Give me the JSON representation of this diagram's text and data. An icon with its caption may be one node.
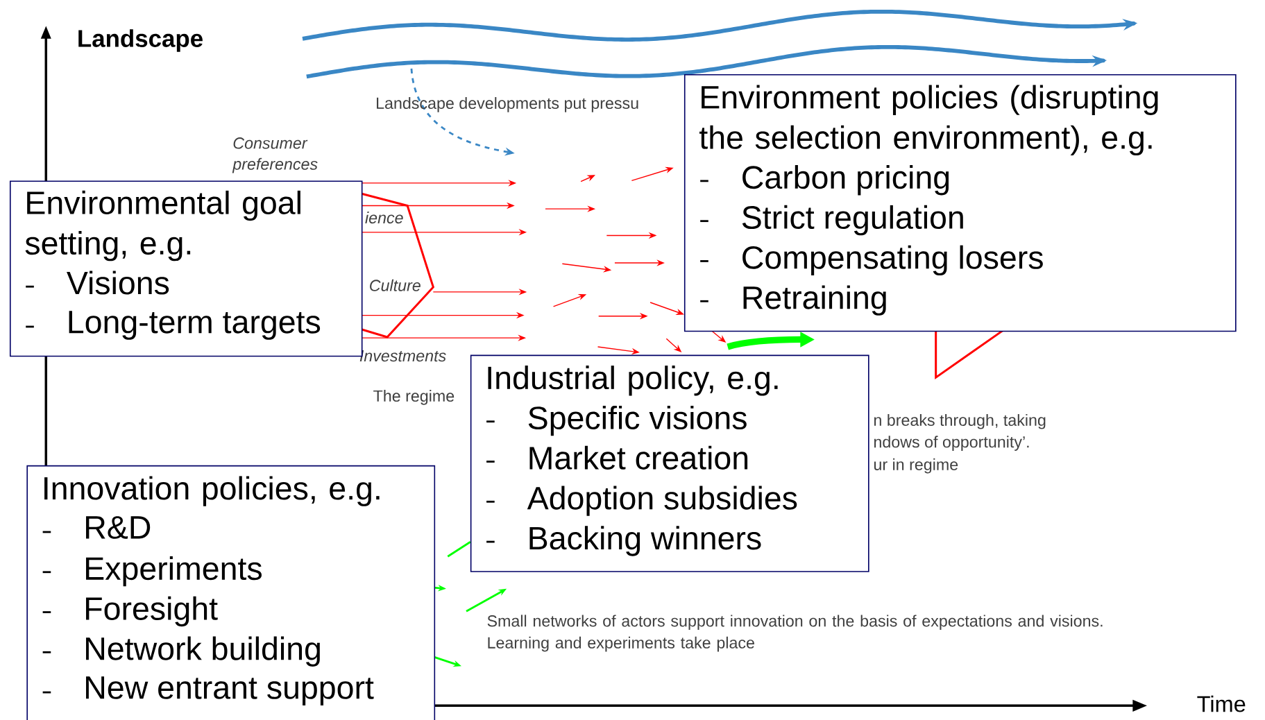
{
  "diagram": {
    "nodes": [
      {
        "text": [
          "Environmental goal setting, e.g.",
          "Visions",
          "Long-term targets"
        ]
      },
      {
        "text": [
          "Environment policies (disrupting the selection environment), e.g.",
          "Carbon pricing",
          "Strict regulation",
          "Compensating losers",
          "Retraining"
        ]
      },
      {
        "text": [
          "Industrial policy, e.g.",
          "Specific visions",
          "Market creation",
          "Adoption subsidies",
          "Backing winners"
        ]
      },
      {
        "text": [
          "Innovation policies, e.g.",
          "R&D",
          "Experiments",
          "Foresight",
          "Network building",
          "New entrant support"
        ]
      }
    ],
    "labels": [
      "Landscape",
      "Landscape developments put pressu",
      "Consumer preferences",
      "ience",
      "Culture",
      "Investments",
      "The regime",
      "n breaks through, taking",
      "ndows of opportunity’.",
      "ur in regime",
      "Small networks of actors support innovation on the basis of expectations and visions. Learning and experiments take place",
      "Time"
    ]
  }
}
